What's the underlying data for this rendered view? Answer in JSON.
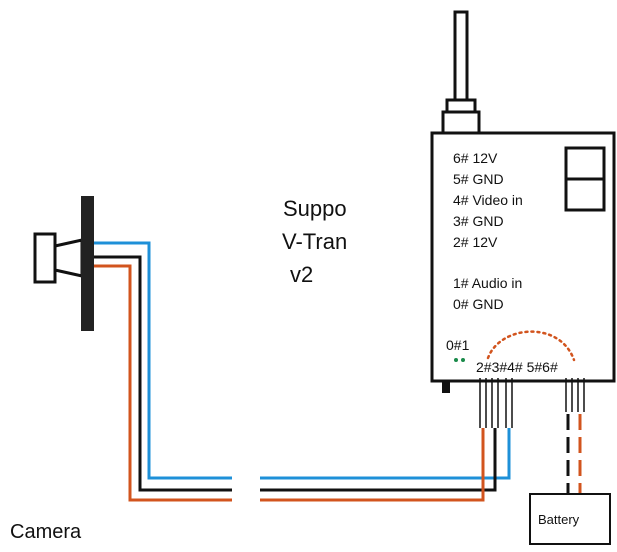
{
  "title": {
    "line1": "Suppo",
    "line2": "V-Tran",
    "line3": "v2"
  },
  "pin_labels": [
    "6# 12V",
    "5#  GND",
    "4#  Video in",
    "3# GND",
    "2# 12V",
    "1# Audio in",
    "0# GND"
  ],
  "bottom_labels": {
    "left_pins": "0#1",
    "right_pins": "2#3#4# 5#6#"
  },
  "camera_label": "Camera",
  "battery_label": "Battery",
  "colors": {
    "wire_blue": "#1e90d8",
    "wire_black": "#111111",
    "wire_orange": "#d2541e",
    "jumper_dots": "#d2541e",
    "led_green": "#1a8a4a"
  }
}
